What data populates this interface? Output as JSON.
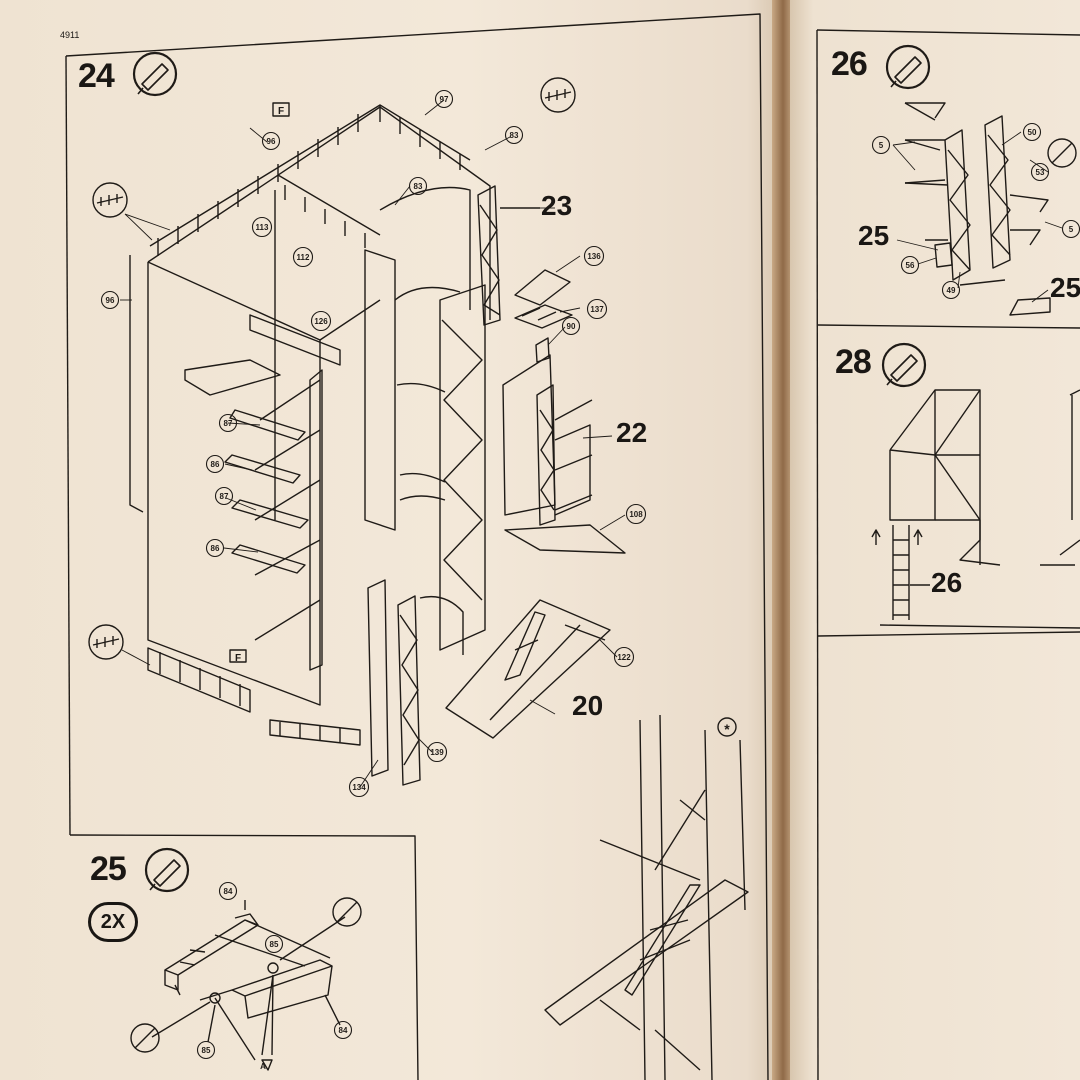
{
  "header": {
    "code": "4911"
  },
  "steps": {
    "s24": "24",
    "s25": "25",
    "s25_qty": "2X",
    "s26": "26",
    "s28": "28"
  },
  "callouts": {
    "c23": "23",
    "c22": "22",
    "c20": "20",
    "c26_right_25a": "25",
    "c26_right_25b": "25",
    "c28_26": "26"
  },
  "parts": {
    "p97": "97",
    "p96a": "96",
    "p83a": "83",
    "p83b": "83",
    "p113": "113",
    "p112": "112",
    "p96b": "96",
    "p126": "126",
    "p136": "136",
    "p137": "137",
    "p90": "90",
    "p87a": "87",
    "p86a": "86",
    "p87b": "87",
    "p86b": "86",
    "p108": "108",
    "p122": "122",
    "p139": "139",
    "p134": "134",
    "p84a": "84",
    "p85a": "85",
    "p85b": "85",
    "p84b": "84",
    "p5a": "5",
    "p50": "50",
    "p53": "53",
    "p5b": "5",
    "p56": "56",
    "p49": "49"
  },
  "marks": {
    "asterisk": "*",
    "flag": "F",
    "label_a": "A"
  }
}
